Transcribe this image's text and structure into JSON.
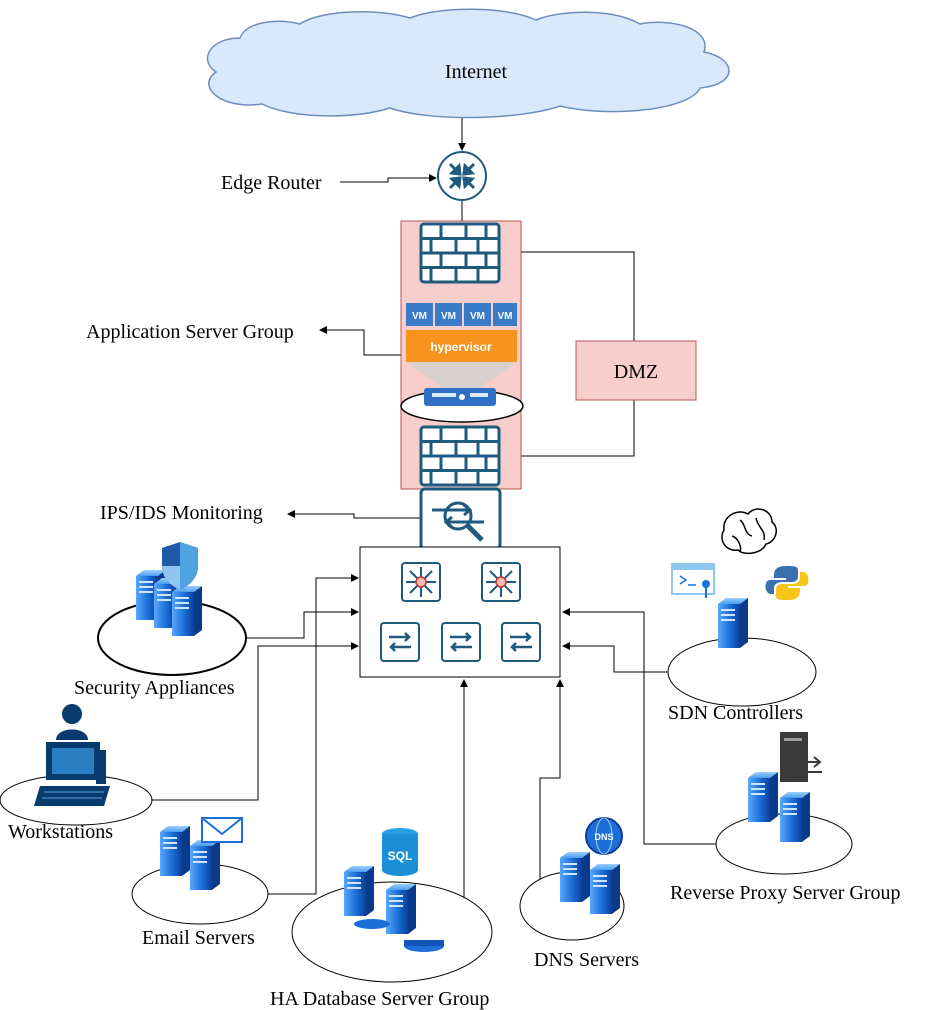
{
  "labels": {
    "internet": "Internet",
    "edge_router": "Edge Router",
    "app_server_group": "Application Server Group",
    "dmz": "DMZ",
    "ips_ids": "IPS/IDS Monitoring",
    "security_appliances": "Security Appliances",
    "workstations": "Workstations",
    "email_servers": "Email Servers",
    "ha_db_group": "HA Database Server Group",
    "dns_servers": "DNS Servers",
    "sdn_controllers": "SDN Controllers",
    "reverse_proxy_group": "Reverse Proxy Server Group"
  },
  "virtualization": {
    "vm_labels": [
      "VM",
      "VM",
      "VM",
      "VM"
    ],
    "hypervisor": "hypervisor"
  },
  "badges": {
    "sql": "SQL",
    "dns": "DNS"
  },
  "colors": {
    "cloud_fill": "#dae8fc",
    "cloud_stroke": "#6c8ebf",
    "zone_fill": "#f8cecc",
    "zone_stroke": "#b85450",
    "device_blue": "#1e5a7c",
    "server_blue": "#1b6fd6",
    "hypervisor_orange": "#f7941d"
  }
}
